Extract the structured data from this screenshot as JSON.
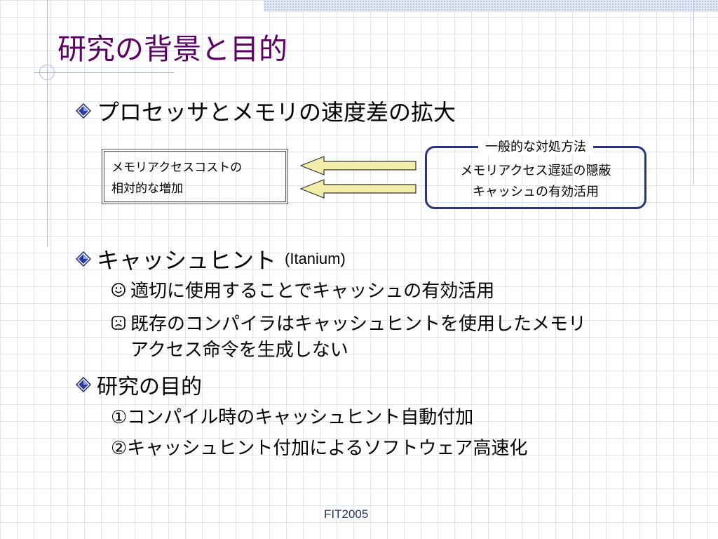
{
  "slide": {
    "title": "研究の背景と目的",
    "footer": "FIT2005"
  },
  "section1": {
    "heading": "プロセッサとメモリの速度差の拡大",
    "cost_box": {
      "line1": "メモリアクセスコストの",
      "line2": "相対的な増加"
    },
    "method_box": {
      "label": "一般的な対処方法",
      "line1": "メモリアクセス遅延の隠蔽",
      "line2": "キャッシュの有効活用"
    }
  },
  "section2": {
    "heading": "キャッシュヒント",
    "heading_suffix": "(Itanium)",
    "points": [
      {
        "icon": "smiley-icon",
        "text": "適切に使用することでキャッシュの有効活用"
      },
      {
        "icon": "frown-icon",
        "text": "既存のコンパイラはキャッシュヒントを使用したメモリ",
        "text2": "アクセス命令を生成しない"
      }
    ]
  },
  "section3": {
    "heading": "研究の目的",
    "items": [
      "①コンパイル時のキャッシュヒント自動付加",
      "②キャッシュヒント付加によるソフトウェア高速化"
    ]
  },
  "colors": {
    "title": "#5a0060",
    "frame": "#2a3577",
    "arrow_fill": "#f2eda8"
  }
}
